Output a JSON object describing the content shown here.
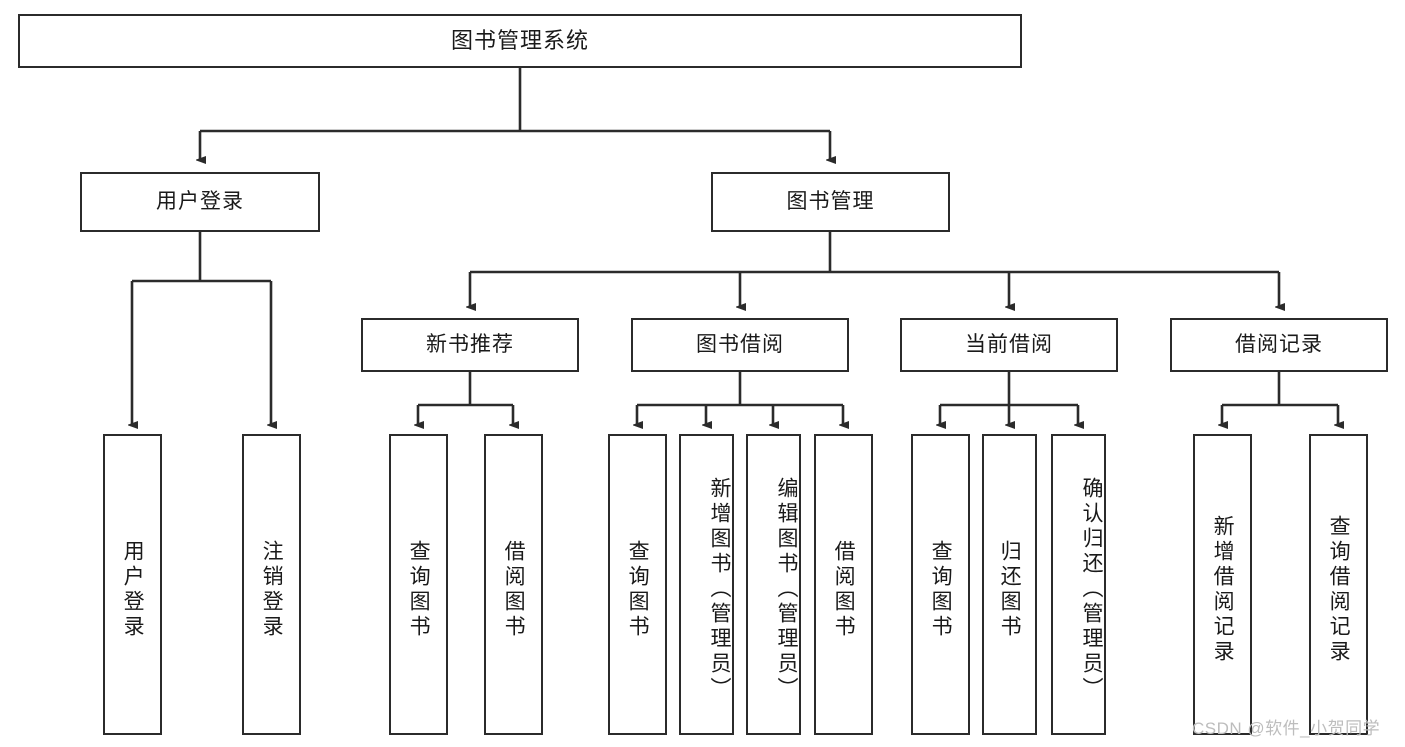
{
  "diagram": {
    "type": "tree-hierarchy",
    "title_node": {
      "label": "图书管理系统"
    },
    "level1": [
      {
        "id": "user-login",
        "label": "用户登录"
      },
      {
        "id": "book-management",
        "label": "图书管理"
      }
    ],
    "level2": [
      {
        "id": "new-book-recommend",
        "label": "新书推荐",
        "parent": "book-management"
      },
      {
        "id": "book-borrow",
        "label": "图书借阅",
        "parent": "book-management"
      },
      {
        "id": "current-borrow",
        "label": "当前借阅",
        "parent": "book-management"
      },
      {
        "id": "borrow-record",
        "label": "借阅记录",
        "parent": "book-management"
      }
    ],
    "leaves": {
      "user_login": [
        {
          "id": "leaf-user-login",
          "label": "用户登录"
        },
        {
          "id": "leaf-logout-login",
          "label": "注销登录"
        }
      ],
      "new_book_recommend": [
        {
          "id": "leaf-query-book-1",
          "label": "查询图书"
        },
        {
          "id": "leaf-borrow-book-1",
          "label": "借阅图书"
        }
      ],
      "book_borrow": [
        {
          "id": "leaf-query-book-2",
          "label": "查询图书"
        },
        {
          "id": "leaf-add-book",
          "label": "新增图书（管理员）"
        },
        {
          "id": "leaf-edit-book",
          "label": "编辑图书（管理员）"
        },
        {
          "id": "leaf-borrow-book-2",
          "label": "借阅图书"
        }
      ],
      "current_borrow": [
        {
          "id": "leaf-query-book-3",
          "label": "查询图书"
        },
        {
          "id": "leaf-return-book",
          "label": "归还图书"
        },
        {
          "id": "leaf-confirm-return",
          "label": "确认归还（管理员）"
        }
      ],
      "borrow_record": [
        {
          "id": "leaf-add-record",
          "label": "新增借阅记录"
        },
        {
          "id": "leaf-query-record",
          "label": "查询借阅记录"
        }
      ]
    },
    "watermark": {
      "text": "CSDN @软件_小贺同学"
    },
    "colors": {
      "stroke": "#2b2b2b",
      "background": "#ffffff",
      "text": "#1a1a1a",
      "watermark": "#bdbdbd"
    }
  }
}
